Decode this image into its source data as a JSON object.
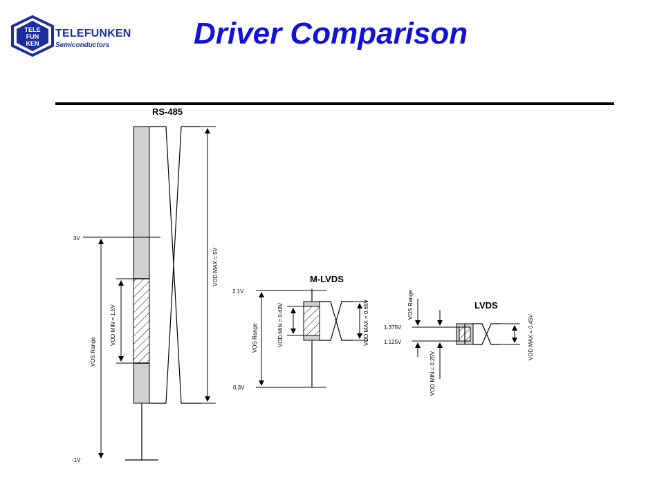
{
  "header": {
    "title": "Driver Comparison",
    "logo_name": "TELEFUNKEN",
    "logo_sub": "Semiconductors",
    "logo_badge": [
      "TELE",
      "FUN",
      "KEN"
    ],
    "brand_color": "#1a2e9e",
    "title_color": "#1212d6"
  },
  "rs485": {
    "title": "RS-485",
    "v_high": "3V",
    "v_low": "-1V",
    "vod_min": "VOD MIN = 1.5V",
    "vod_max": "VOD MAX = 5V",
    "vos": "VOS Range"
  },
  "mlvds": {
    "title": "M-LVDS",
    "v_high": "2.1V",
    "v_low": "0.3V",
    "vod_min": "VOD MIN = 0.48V",
    "vod_max": "VOD MAX = 0.65V",
    "vos": "VOS Range"
  },
  "lvds": {
    "title": "LVDS",
    "v_high": "1.375V",
    "v_low": "1.125V",
    "vod_min": "VOD MIN = 0.25V",
    "vod_max": "VOD MAX = 0.45V",
    "vos": "VOS Range"
  }
}
